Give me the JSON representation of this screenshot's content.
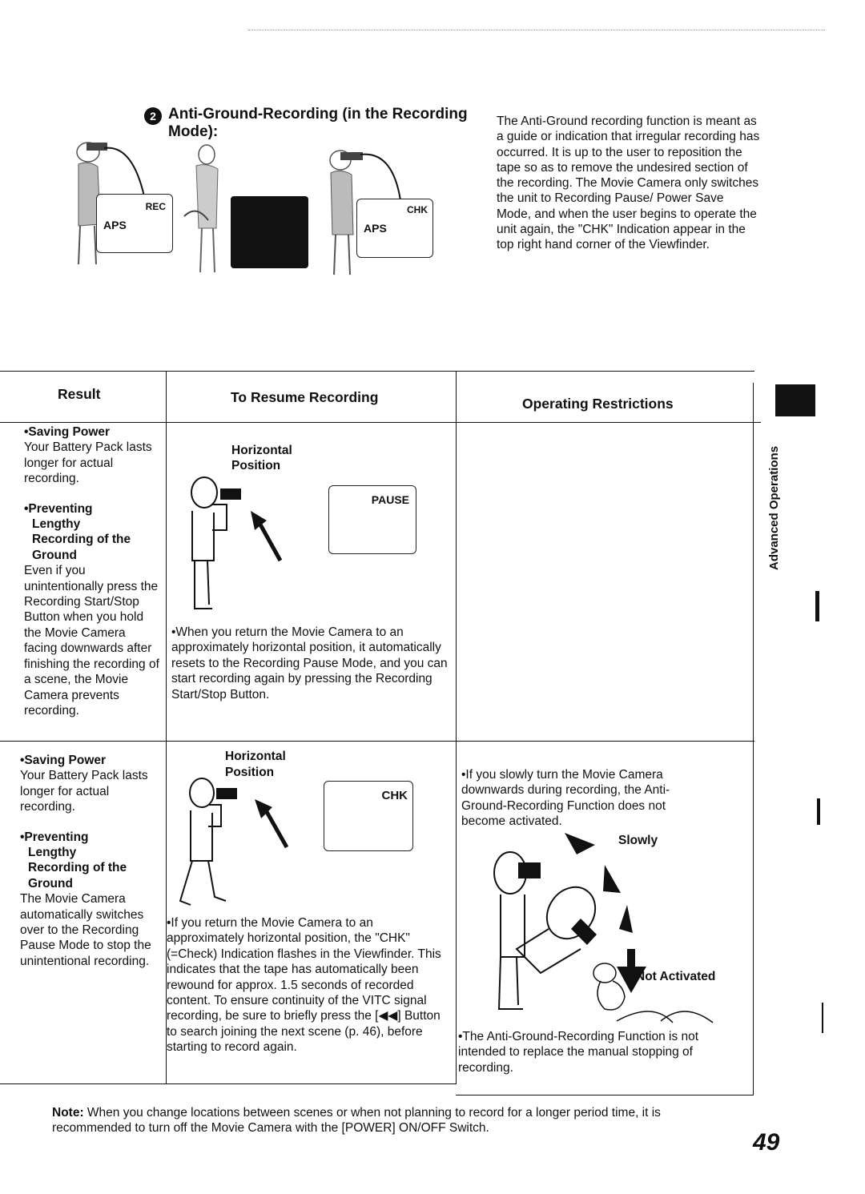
{
  "section": {
    "number": "2",
    "heading": "Anti-Ground-Recording (in the Recording Mode):",
    "intro": "The Anti-Ground recording function is meant as a guide or indication that irregular recording has occurred. It is up to the user to reposition the tape so as to remove the undesired section of the recording. The Movie Camera only switches the unit to Recording Pause/ Power Save Mode, and when the user begins to operate the unit again, the \"CHK\" Indication appear in the top right hand corner of the Viewfinder."
  },
  "illustration": {
    "vf1": {
      "top": "REC",
      "bottom": "APS"
    },
    "vf2": {
      "top": "CHK",
      "bottom": "APS"
    }
  },
  "table": {
    "headers": {
      "result": "Result",
      "resume": "To Resume Recording",
      "restrictions": "Operating Restrictions"
    },
    "row1": {
      "saving_title": "•Saving Power",
      "saving_text": "Your Battery Pack lasts longer for actual recording.",
      "prev_title_1": "•Preventing",
      "prev_title_2": "Lengthy",
      "prev_title_3": "Recording of the",
      "prev_title_4": "Ground",
      "prev_text": "Even if you unintentionally press the Recording Start/Stop Button when you hold the Movie Camera facing downwards after finishing the recording of a scene, the Movie Camera prevents recording.",
      "position_1": "Horizontal",
      "position_2": "Position",
      "vf_label": "PAUSE",
      "resume_text": "•When you return the Movie Camera to an approximately horizontal position, it automatically resets to the Recording Pause Mode, and you can start recording again by pressing the Recording Start/Stop Button."
    },
    "row2": {
      "saving_title": "•Saving Power",
      "saving_text": "Your Battery Pack lasts longer for actual recording.",
      "prev_title_1": "•Preventing",
      "prev_title_2": "Lengthy",
      "prev_title_3": "Recording of the",
      "prev_title_4": "Ground",
      "prev_text": "The Movie Camera automatically switches over to the Recording Pause Mode to stop the unintentional recording.",
      "position_1": "Horizontal",
      "position_2": "Position",
      "vf_label": "CHK",
      "resume_text": "•If you return the Movie Camera to an approximately horizontal position, the \"CHK\" (=Check) Indication flashes in the Viewfinder. This indicates that the tape has automatically been rewound for approx. 1.5 seconds of recorded content. To ensure continuity of the VITC signal recording, be sure to briefly press the [◀◀] Button to search joining the next scene (p. 46), before starting to record again.",
      "restr_text_1": "•If you slowly turn the Movie Camera downwards during recording, the Anti-Ground-Recording Function does not become activated.",
      "slowly": "Slowly",
      "not_activated": "Not Activated",
      "restr_text_2": "•The Anti-Ground-Recording Function is not intended to replace the manual stopping of recording."
    }
  },
  "sidebar": {
    "label": "Advanced Operations"
  },
  "note": {
    "label": "Note:",
    "text": "When you change locations between scenes or when not planning to record for a longer period time, it is recommended to turn off the Movie Camera with the [POWER] ON/OFF Switch."
  },
  "page_number": "49"
}
